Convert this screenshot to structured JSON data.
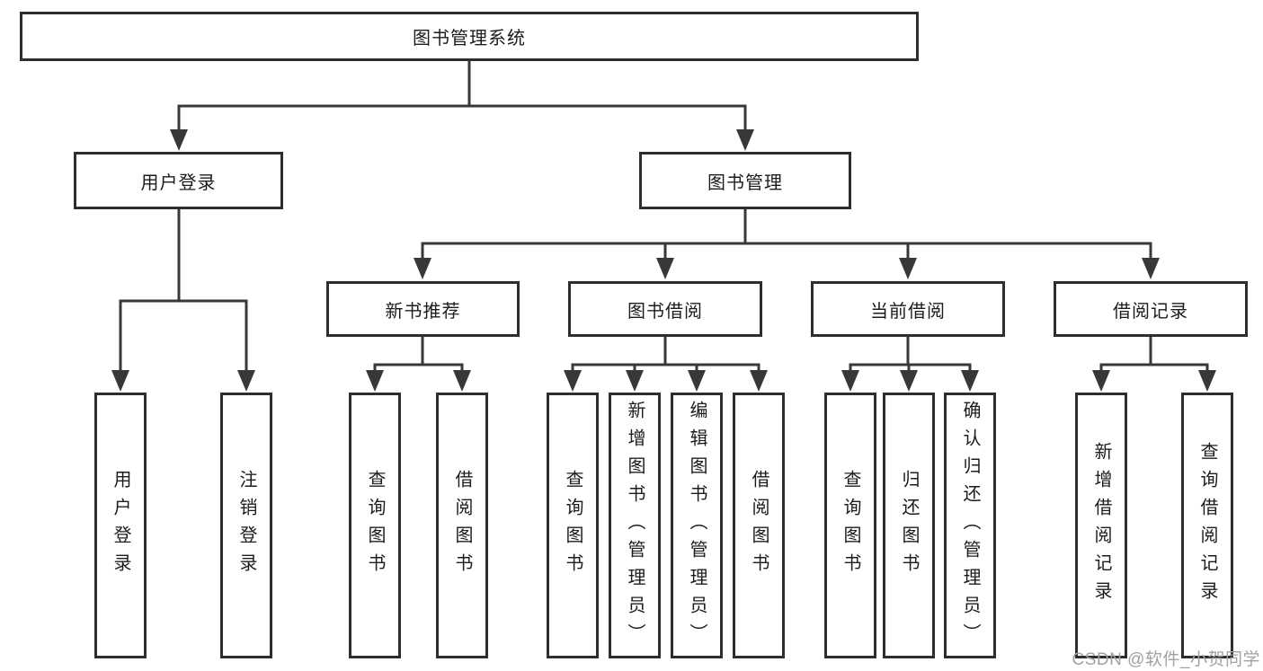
{
  "diagram": {
    "type": "hierarchy",
    "title": "图书管理系统"
  },
  "nodes": {
    "root": {
      "label": "图书管理系统"
    },
    "level2": [
      {
        "label": "用户登录",
        "parent": "图书管理系统"
      },
      {
        "label": "图书管理",
        "parent": "图书管理系统"
      }
    ],
    "level3": [
      {
        "label": "新书推荐",
        "parent": "图书管理"
      },
      {
        "label": "图书借阅",
        "parent": "图书管理"
      },
      {
        "label": "当前借阅",
        "parent": "图书管理"
      },
      {
        "label": "借阅记录",
        "parent": "图书管理"
      }
    ],
    "leaves": [
      {
        "label": "用户登录",
        "parent": "用户登录"
      },
      {
        "label": "注销登录",
        "parent": "用户登录"
      },
      {
        "label": "查询图书",
        "parent": "新书推荐"
      },
      {
        "label": "借阅图书",
        "parent": "新书推荐"
      },
      {
        "label": "查询图书",
        "parent": "图书借阅"
      },
      {
        "label": "新增图书（管理员）",
        "parent": "图书借阅"
      },
      {
        "label": "编辑图书（管理员）",
        "parent": "图书借阅"
      },
      {
        "label": "借阅图书",
        "parent": "图书借阅"
      },
      {
        "label": "查询图书",
        "parent": "当前借阅"
      },
      {
        "label": "归还图书",
        "parent": "当前借阅"
      },
      {
        "label": "确认归还（管理员）",
        "parent": "当前借阅"
      },
      {
        "label": "新增借阅记录",
        "parent": "借阅记录"
      },
      {
        "label": "查询借阅记录",
        "parent": "借阅记录"
      }
    ]
  },
  "watermark": {
    "text": "CSDN @软件_小贺同学"
  },
  "colors": {
    "line": "#383838",
    "box_border": "#2e2e2e",
    "text": "#1c1c1c",
    "watermark": "#a2a2a2",
    "background": "#ffffff"
  }
}
